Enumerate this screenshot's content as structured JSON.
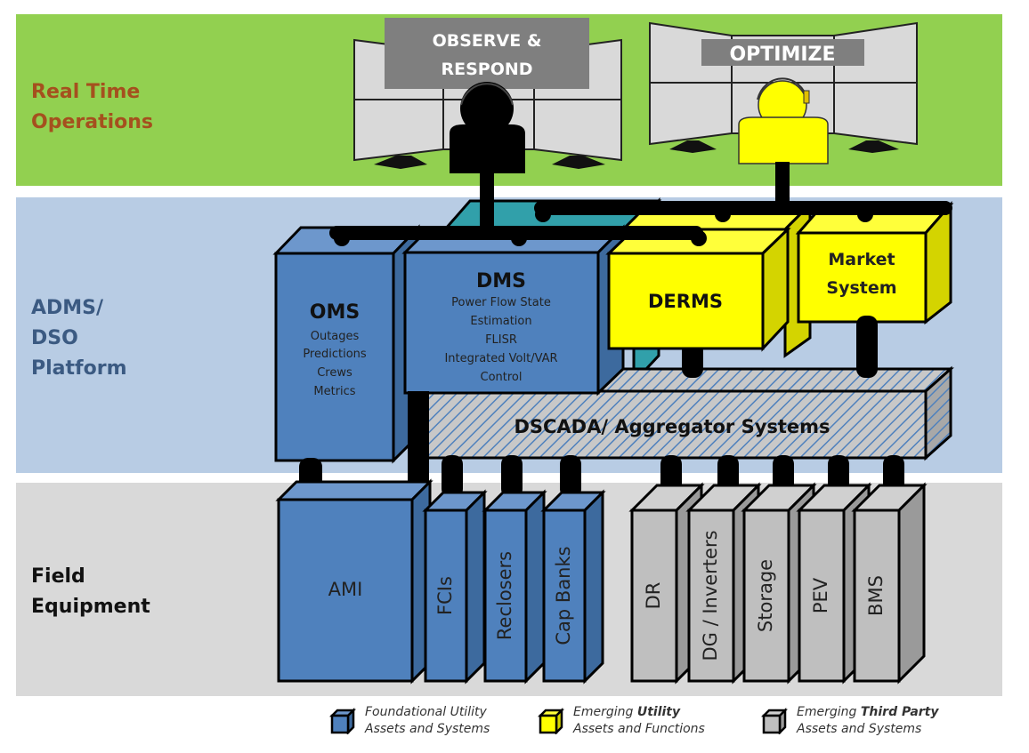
{
  "bands": {
    "real_time": {
      "label_lines": [
        "Real Time",
        "Operations"
      ],
      "color": "#92d050",
      "label_color": "#a5501e"
    },
    "adms": {
      "label_lines": [
        "ADMS/",
        "DSO",
        "Platform"
      ],
      "color": "#b8cce4",
      "label_color": "#3b5a82"
    },
    "field": {
      "label_lines": [
        "Field",
        "Equipment"
      ],
      "color": "#d9d9d9",
      "label_color": "#111111"
    }
  },
  "operators": {
    "observe": {
      "label_line1": "OBSERVE &",
      "label_line2": "RESPOND",
      "figure_color": "#000000"
    },
    "optimize": {
      "label": "OPTIMIZE",
      "figure_color": "#ffff00"
    }
  },
  "systems": {
    "oms": {
      "title": "OMS",
      "lines": [
        "Outages",
        "Predictions",
        "Crews",
        "Metrics"
      ]
    },
    "dms": {
      "title": "DMS",
      "lines": [
        "Power Flow State",
        "Estimation",
        "FLISR",
        "Integrated Volt/VAR",
        "Control"
      ]
    },
    "derms": {
      "title": "DERMS"
    },
    "market": {
      "lines": [
        "Market",
        "System"
      ]
    },
    "dscada": {
      "title": "DSCADA/ Aggregator Systems"
    }
  },
  "field_equipment": {
    "utility": [
      "AMI",
      "FCIs",
      "Reclosers",
      "Cap Banks"
    ],
    "third_party": [
      "DR",
      "DG / Inverters",
      "Storage",
      "PEV",
      "BMS"
    ]
  },
  "legend": [
    {
      "icon": "blue-cube-icon",
      "prefix": "Foundational Utility",
      "bold": "",
      "line2": "Assets and Systems",
      "color": "#4f81bd"
    },
    {
      "icon": "yellow-cube-icon",
      "prefix": "Emerging ",
      "bold": "Utility",
      "line2": "Assets and Functions",
      "color": "#ffff00"
    },
    {
      "icon": "gray-cube-icon",
      "prefix": "Emerging ",
      "bold": "Third Party",
      "line2": "Assets and Systems",
      "color": "#bfbfbf"
    }
  ],
  "colors": {
    "utility_blue": "#4f81bd",
    "utility_blue_dark": "#3d6a9e",
    "utility_blue_top": "#6d97cc",
    "emerging_yellow": "#ffff00",
    "yellow_side": "#d4d400",
    "third_party_gray": "#bfbfbf",
    "gray_side": "#9a9a9a",
    "teal": "#31a0aa",
    "screen_gray": "#d9d9d9",
    "label_gray": "#7f7f7f"
  }
}
